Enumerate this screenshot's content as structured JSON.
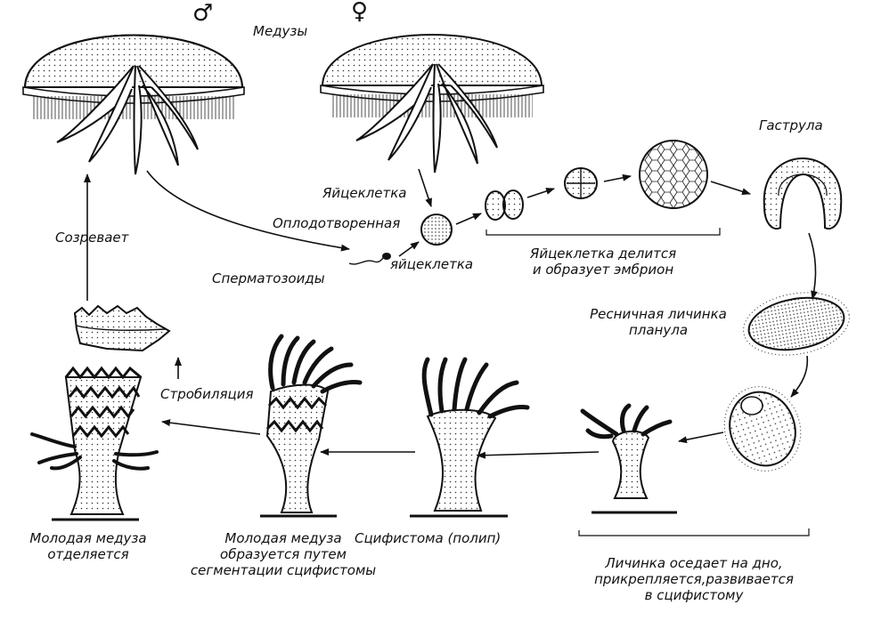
{
  "symbols": {
    "male": "♂",
    "female": "♀"
  },
  "labels": {
    "medusae": "Медузы",
    "egg_cell": "Яйцеклетка",
    "fertilized_line1": "Оплодотворенная",
    "fertilized_line2": "яйцеклетка",
    "spermatozoa": "Сперматозоиды",
    "egg_divides_line1": "Яйцеклетка делится",
    "egg_divides_line2": "и образует эмбрион",
    "gastrula": "Гаструла",
    "planula_line1": "Ресничная личинка",
    "planula_line2": "планула",
    "matures": "Созревает",
    "strobilation": "Стробиляция",
    "young_separates_line1": "Молодая медуза",
    "young_separates_line2": "отделяется",
    "young_forms_line1": "Молодая медуза",
    "young_forms_line2": "образуется путем",
    "young_forms_line3": "сегментации сцифистомы",
    "scyphistoma": "Сцифистома (полип)",
    "larva_settles_line1": "Личинка оседает на дно,",
    "larva_settles_line2": "прикрепляется,развивается",
    "larva_settles_line3": "в сцифистому"
  }
}
